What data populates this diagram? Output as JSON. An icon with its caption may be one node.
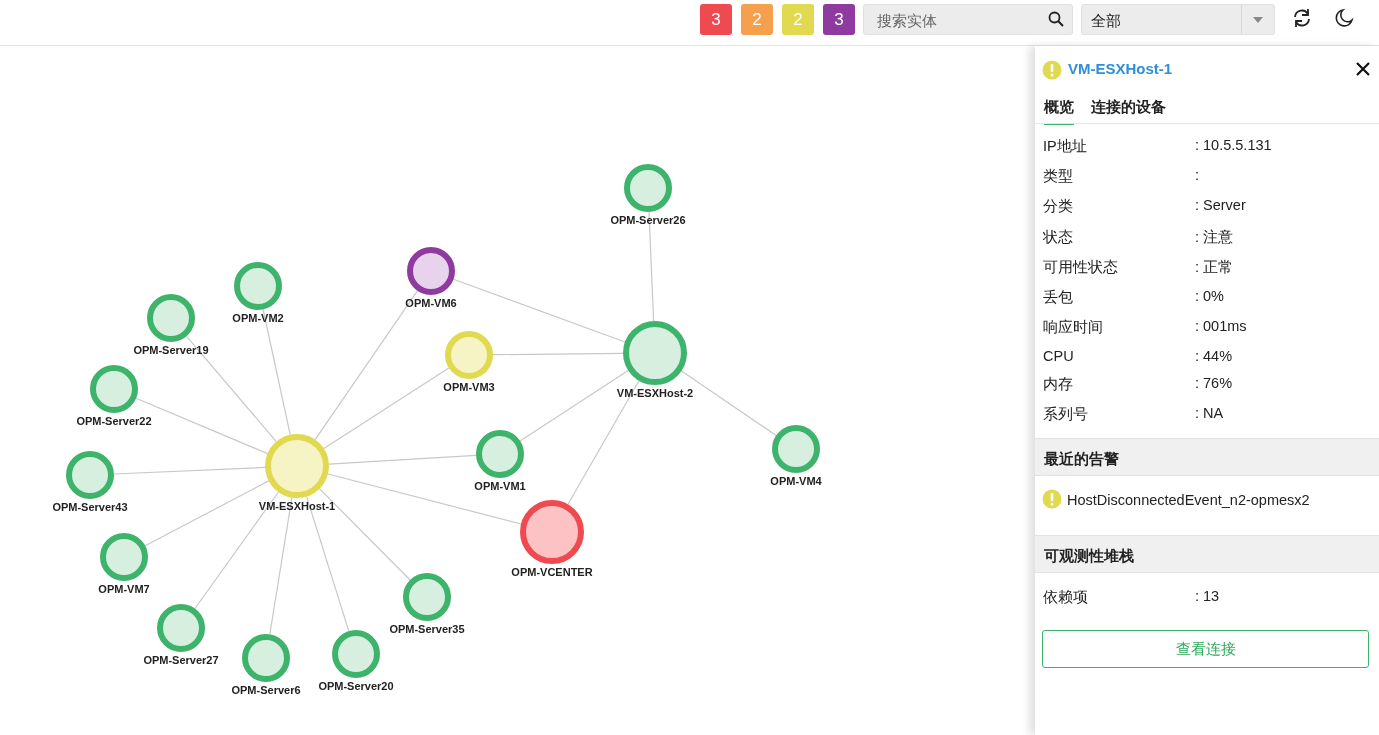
{
  "diagram": {
    "nodes": [
      {
        "text": [
          "OPM-Server26"
        ]
      },
      {
        "text": [
          "OPM-VM6"
        ]
      },
      {
        "text": [
          "OPM-VM2"
        ]
      },
      {
        "text": [
          "OPM-Server19"
        ]
      },
      {
        "text": [
          "VM-ESXHost-2"
        ]
      },
      {
        "text": [
          "OPM-VM3"
        ]
      },
      {
        "text": [
          "OPM-Server22"
        ]
      },
      {
        "text": [
          "OPM-VM4"
        ]
      },
      {
        "text": [
          "OPM-VM1"
        ]
      },
      {
        "text": [
          "VM-ESXHost-1"
        ]
      },
      {
        "text": [
          "OPM-Server43"
        ]
      },
      {
        "text": [
          "OPM-VCENTER"
        ]
      },
      {
        "text": [
          "OPM-VM7"
        ]
      },
      {
        "text": [
          "OPM-Server35"
        ]
      },
      {
        "text": [
          "OPM-Server27"
        ]
      },
      {
        "text": [
          "OPM-Server20"
        ]
      },
      {
        "text": [
          "OPM-Server6"
        ]
      }
    ],
    "edges": [
      {
        "from": 9,
        "to": 1,
        "arrow": "none"
      },
      {
        "from": 9,
        "to": 2,
        "arrow": "none"
      },
      {
        "from": 9,
        "to": 3,
        "arrow": "none"
      },
      {
        "from": 9,
        "to": 5,
        "arrow": "none"
      },
      {
        "from": 9,
        "to": 6,
        "arrow": "none"
      },
      {
        "from": 9,
        "to": 8,
        "arrow": "none"
      },
      {
        "from": 9,
        "to": 10,
        "arrow": "none"
      },
      {
        "from": 9,
        "to": 11,
        "arrow": "none"
      },
      {
        "from": 9,
        "to": 12,
        "arrow": "none"
      },
      {
        "from": 9,
        "to": 13,
        "arrow": "none"
      },
      {
        "from": 9,
        "to": 14,
        "arrow": "none"
      },
      {
        "from": 9,
        "to": 15,
        "arrow": "none"
      },
      {
        "from": 9,
        "to": 16,
        "arrow": "none"
      },
      {
        "from": 4,
        "to": 0,
        "arrow": "none"
      },
      {
        "from": 4,
        "to": 1,
        "arrow": "none"
      },
      {
        "from": 4,
        "to": 5,
        "arrow": "none"
      },
      {
        "from": 4,
        "to": 8,
        "arrow": "none"
      },
      {
        "from": 4,
        "to": 11,
        "arrow": "none"
      },
      {
        "from": 4,
        "to": 7,
        "arrow": "none"
      }
    ],
    "labels": [
      "3",
      "2",
      "2",
      "3",
      "搜索实体",
      "全部",
      "VM-ESXHost-1",
      "概览",
      "连接的设备",
      "IP地址",
      ": 10.5.5.131",
      "类型",
      ":",
      "分类",
      ": Server",
      "状态",
      ": 注意",
      "可用性状态",
      ": 正常",
      "丢包",
      ": 0%",
      "响应时间",
      ": 001ms",
      "CPU",
      ": 44%",
      "内存",
      ": 76%",
      "系列号",
      ": NA",
      "最近的告警",
      "HostDisconnectedEvent_n2-opmesx2",
      "可观测性堆栈",
      "依赖项",
      ": 13",
      "查看连接"
    ]
  }
}
